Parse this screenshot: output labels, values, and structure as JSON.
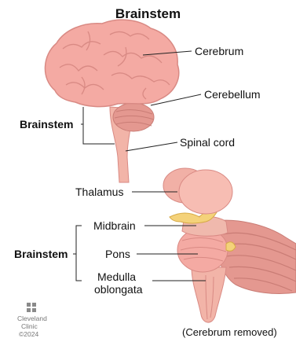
{
  "title": "Brainstem",
  "top_figure": {
    "labels": {
      "cerebrum": "Cerebrum",
      "cerebellum": "Cerebellum",
      "spinal_cord": "Spinal cord",
      "brainstem": "Brainstem"
    }
  },
  "bottom_figure": {
    "labels": {
      "thalamus": "Thalamus",
      "midbrain": "Midbrain",
      "pons": "Pons",
      "medulla_line1": "Medulla",
      "medulla_line2": "oblongata",
      "brainstem": "Brainstem"
    },
    "caption": "(Cerebrum removed)"
  },
  "logo": {
    "line1": "Cleveland",
    "line2": "Clinic",
    "line3": "©2024",
    "icon": "cleveland-clinic-logo-icon"
  },
  "colors": {
    "brain_fill": "#f4aaa3",
    "brain_outline": "#d98a84",
    "cerebellum": "#e49890",
    "stem": "#f2b4a8",
    "line": "#222222"
  }
}
